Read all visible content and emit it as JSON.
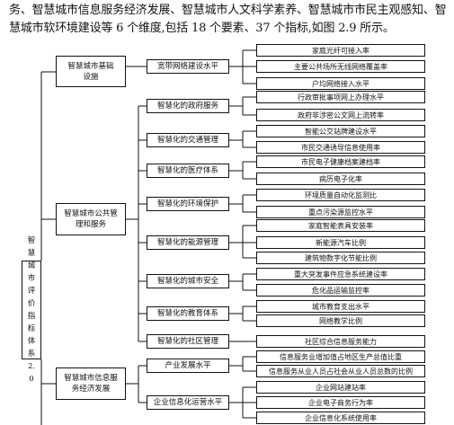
{
  "paragraph": {
    "line1": "务、智慧城市信息服务经济发展、智慧城市人文科学素养、智慧城市市民主观感知、智",
    "line2": "慧城市软环境建设等 6 个维度,包括 18 个要素、37 个指标,如图 2.9 所示。"
  },
  "diagram": {
    "root": "智慧城市评价指标体系2.0",
    "dimensions": {
      "d1": "智慧城市基础设施",
      "d2": "智慧城市公共管理和服务",
      "d3": "智慧城市信息服务经济发展"
    },
    "elements": {
      "e1": "宽带网络建设水平",
      "e2": "智慧化的政府服务",
      "e3": "智慧化的交通管理",
      "e4": "智慧化的医疗体系",
      "e5": "智慧化的环境保护",
      "e6": "智慧化的能源管理",
      "e7": "智慧化的城市安全",
      "e8": "智慧化的教育体系",
      "e9": "智慧化的社区管理",
      "e10": "产业发展水平",
      "e11": "企业信息化运营水平"
    },
    "indicators": {
      "i1": "家庭光纤可接入率",
      "i2": "主要公共场所无线网络覆盖率",
      "i3": "户均网络接入水平",
      "i4": "行政审批事项网上办理水平",
      "i5": "政府非涉密公文网上流转率",
      "i6": "智能公交站牌建设水平",
      "i7": "市民交通诱导信息使用率",
      "i8": "市民电子健康档案建档率",
      "i9": "病历电子化率",
      "i10": "环境质量自动化监测比",
      "i11": "重点污染源监控水平",
      "i12": "家庭智能表具安装率",
      "i13": "新能源汽车比例",
      "i14": "建筑物数字化节能比例",
      "i15": "重大突发事件应急系统建设率",
      "i16": "危化品运输监控率",
      "i17": "城市教育支出水平",
      "i18": "网络教学比例",
      "i19": "社区综合信息服务能力",
      "i20": "信息服务业增加值占地区生产总值比重",
      "i21": "信息服务从业人员占社会从业人员总数的比例",
      "i22": "企业网站建站率",
      "i23": "企业电子商务行为率",
      "i24": "企业信息化系统使用率"
    }
  }
}
